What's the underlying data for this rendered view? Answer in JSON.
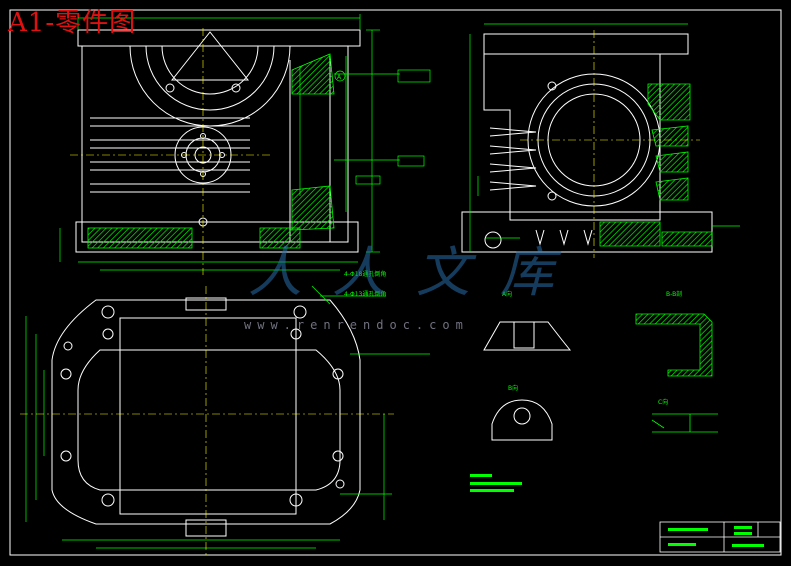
{
  "title": {
    "stamp": "A1-零件图"
  },
  "watermark": {
    "brand": "人人文库",
    "url": "www.renrendoc.com"
  },
  "annotations": {
    "hole_note_1": "4-Φ18通孔倒角",
    "hole_note_2": "4-Φ13通孔倒角",
    "view_a": "A向",
    "view_b": "B向",
    "view_c": "C向",
    "section_bb": "B-B剖",
    "circle_mark": "A"
  },
  "colors": {
    "background": "#000000",
    "outline": "#ffffff",
    "dimension": "#00ff00",
    "hatch": "#00cc00",
    "centerline": "#ffff00",
    "red_text": "#e01010",
    "watermark": "#2a6ea8"
  }
}
